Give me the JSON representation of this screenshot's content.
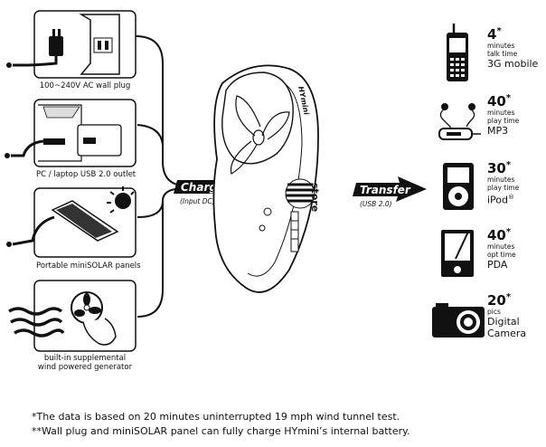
{
  "sources": [
    {
      "label": "100~240V AC wall plug",
      "icon": "wall-plug-icon"
    },
    {
      "label": "PC / laptop USB 2.0 outlet",
      "icon": "laptop-usb-icon"
    },
    {
      "label": "Portable miniSOLAR panels",
      "icon": "solar-panel-icon"
    },
    {
      "label_line1": "built-in  supplemental",
      "label_line2": "wind powered generator",
      "icon": "wind-generator-icon"
    }
  ],
  "charge": {
    "label": "Charge",
    "sub": "(Input DC)"
  },
  "transfer": {
    "label": "Transfer",
    "sub": "(USB 2.0)"
  },
  "device": {
    "brand": "HYmini",
    "logo_text": "store"
  },
  "outputs": [
    {
      "value": "4",
      "star": "*",
      "line1": "minutes",
      "line2": "talk time",
      "name": "3G mobile",
      "icon": "mobile-phone-icon"
    },
    {
      "value": "40",
      "star": "*",
      "line1": "minutes",
      "line2": "play time",
      "name": "MP3",
      "icon": "mp3-player-icon"
    },
    {
      "value": "30",
      "star": "*",
      "line1": "minutes",
      "line2": "play time",
      "name": "iPod",
      "name_sup": "®",
      "icon": "ipod-icon"
    },
    {
      "value": "40",
      "star": "*",
      "line1": "minutes",
      "line2": "opt time",
      "name": "PDA",
      "icon": "pda-icon"
    },
    {
      "value": "20",
      "star": "*",
      "line1": "pics",
      "name1": "Digital",
      "name2": "Camera",
      "icon": "camera-icon"
    }
  ],
  "footnotes": [
    "*The data is based on 20 minutes uninterrupted 19 mph wind tunnel test.",
    "**Wall plug and miniSOLAR panel can fully charge HYmini’s internal battery."
  ]
}
